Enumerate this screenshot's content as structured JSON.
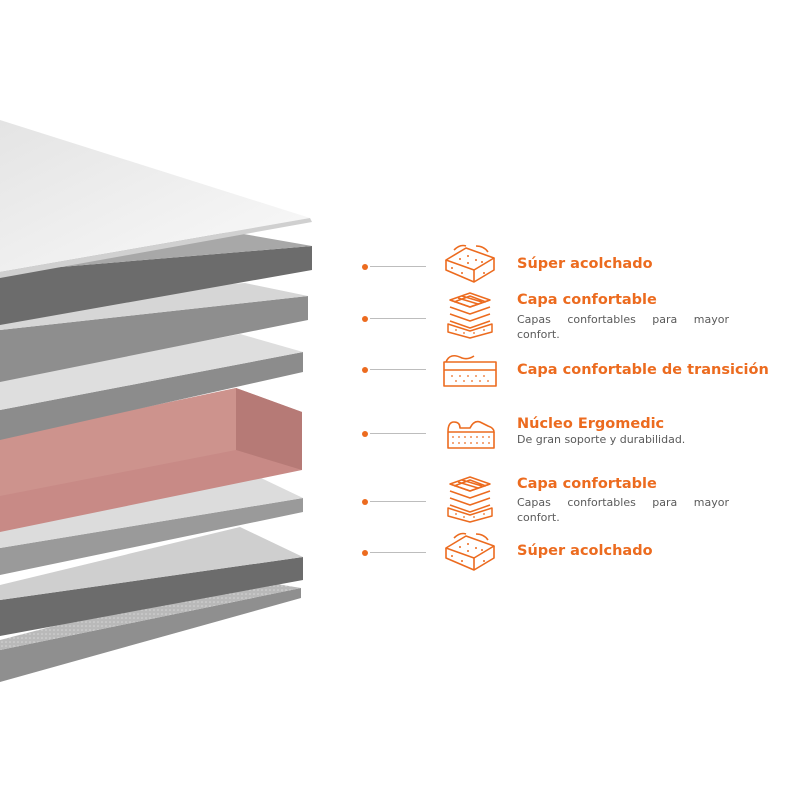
{
  "layers": [
    {
      "title": "Súper acolchado",
      "description": "",
      "icon": "quilted-pad-icon"
    },
    {
      "title": "Capa confortable",
      "description": "Capas confortables para mayor confort.",
      "icon": "stacked-comfort-layers-icon"
    },
    {
      "title": "Capa confortable de transición",
      "description": "",
      "icon": "transition-layer-icon"
    },
    {
      "title": "Núcleo Ergomedic",
      "description": "De gran soporte y durabilidad.",
      "icon": "ergonomic-core-icon"
    },
    {
      "title": "Capa confortable",
      "description": "Capas confortables para mayor confort.",
      "icon": "stacked-comfort-layers-icon"
    },
    {
      "title": "Súper acolchado",
      "description": "",
      "icon": "quilted-pad-icon"
    }
  ],
  "colors": {
    "accent": "#ec6b1f",
    "core_layer": "#c88a86",
    "top_layer": "#eeeeee",
    "dark_layer": "#6c6c6c",
    "mid_layer": "#8e8e8e"
  }
}
